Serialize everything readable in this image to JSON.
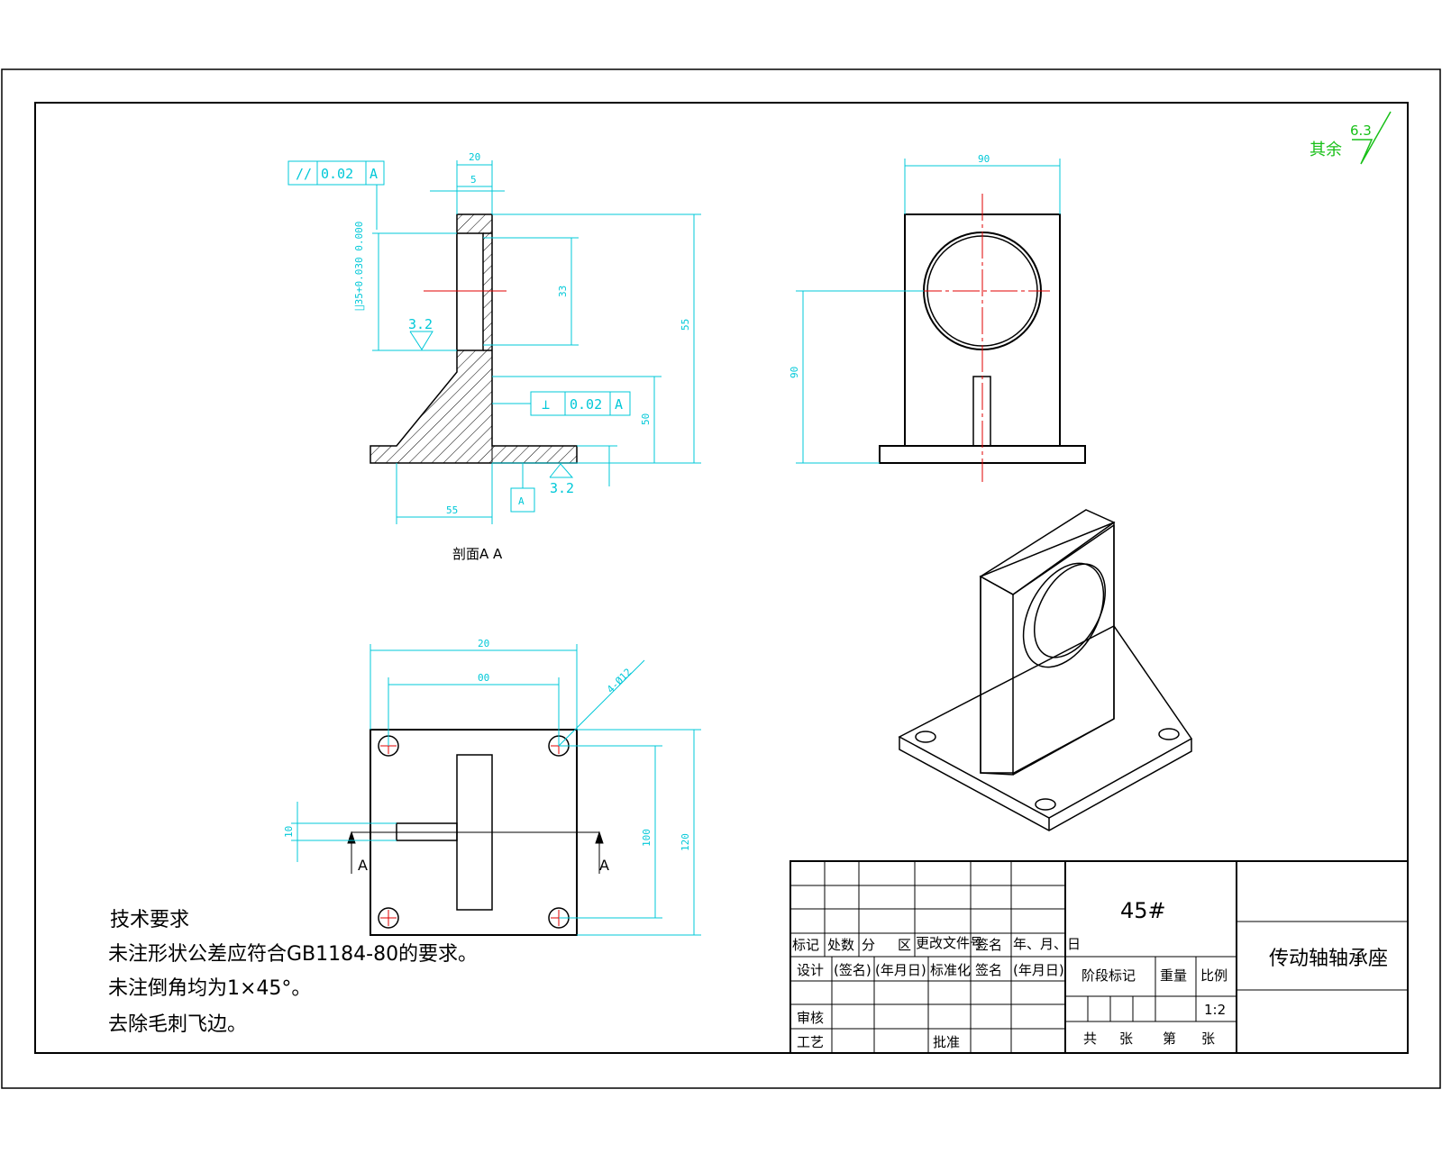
{
  "roughness": {
    "label": "其余",
    "value": "6.3"
  },
  "section_view": {
    "caption": "剖面A A",
    "dims": {
      "top_width": "20",
      "top_inner": "5",
      "height": "55",
      "bore_h": "33",
      "base_height": "50",
      "base_len": "55",
      "bore_left": "∐35+0.030 0.000"
    },
    "fcf_parallel": {
      "symbol": "//",
      "value": "0.02",
      "datum": "A"
    },
    "fcf_perp": {
      "symbol": "⊥",
      "value": "0.02",
      "datum": "A"
    },
    "roughness_a": "3.2",
    "roughness_b": "3.2",
    "datum": "A"
  },
  "front_view": {
    "dims": {
      "width": "90",
      "height": "90"
    }
  },
  "top_view": {
    "dims": {
      "width_outer": "20",
      "width_inner": "00",
      "hole": "4-Ø12",
      "h_inner": "100",
      "h_outer": "120",
      "slot": "10"
    },
    "section_mark_left": "A",
    "section_mark_right": "A"
  },
  "tech_requirements": {
    "title": "技术要求",
    "lines": [
      "未注形状公差应符合GB1184-80的要求。",
      "未注倒角均为1×45°。",
      "去除毛刺飞边。"
    ]
  },
  "title_block": {
    "material": "45#",
    "part_name": "传动轴轴承座",
    "row_labels_1": [
      "标记",
      "处数",
      "分",
      "区",
      "更改文件号",
      "签名",
      "年、月、日"
    ],
    "row_labels_2": [
      "设计",
      "(签名)",
      "(年月日)",
      "标准化",
      "签名",
      "(年月日)"
    ],
    "review": "审核",
    "process": "工艺",
    "approve": "批准",
    "stage_mark": "阶段标记",
    "weight": "重量",
    "scale_label": "比例",
    "scale": "1:2",
    "total": "共",
    "sheet_zhang1": "张",
    "page": "第",
    "sheet_zhang2": "张"
  }
}
